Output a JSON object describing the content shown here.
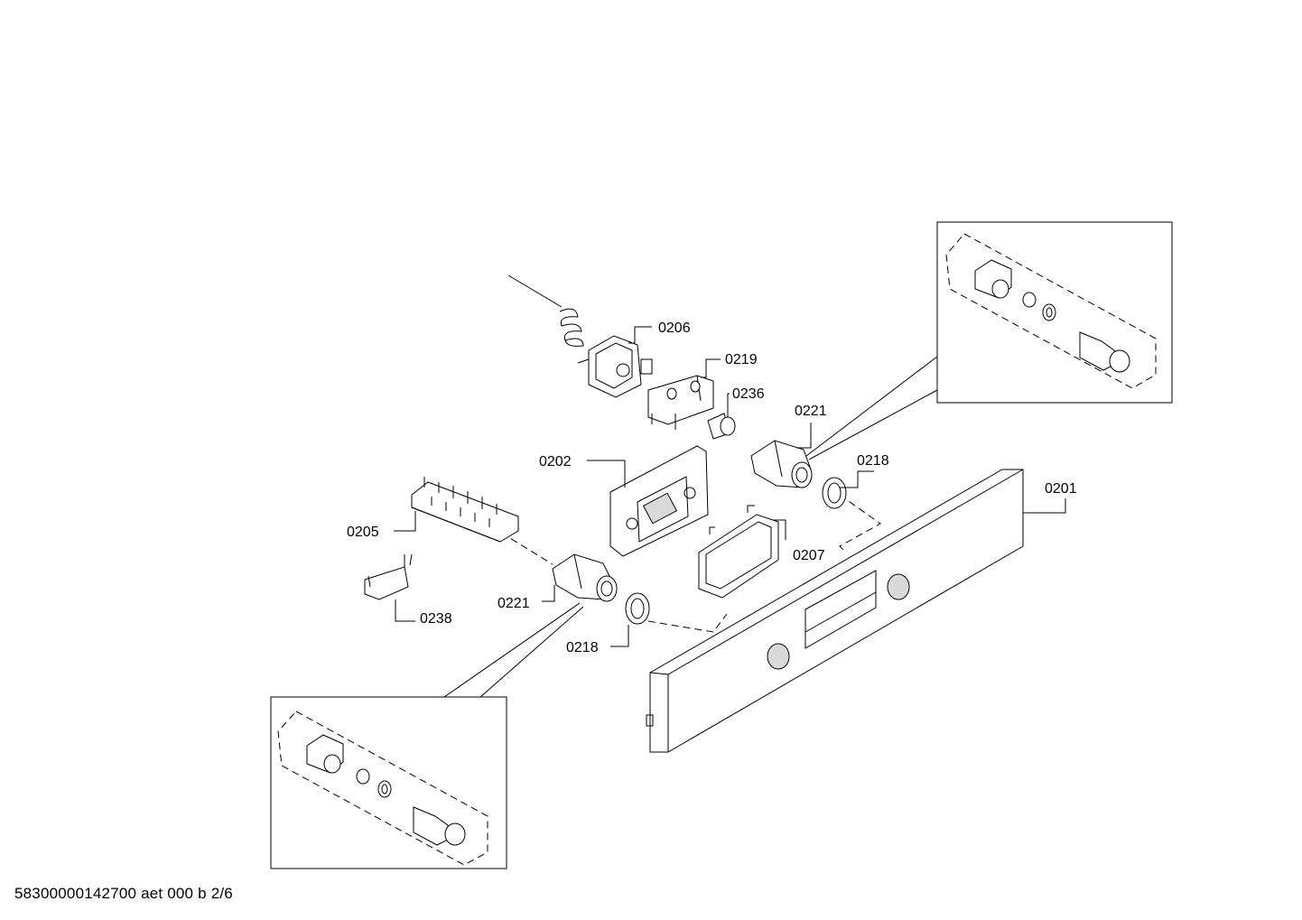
{
  "diagram": {
    "labels": {
      "l0206": "0206",
      "l0219": "0219",
      "l0236": "0236",
      "l0221_top": "0221",
      "l0218_top": "0218",
      "l0201": "0201",
      "l0202": "0202",
      "l0207": "0207",
      "l0205": "0205",
      "l0221_bottom": "0221",
      "l0238": "0238",
      "l0218_bottom": "0218"
    }
  },
  "footer": {
    "document_id": "58300000142700 aet 000 b 2/6"
  }
}
